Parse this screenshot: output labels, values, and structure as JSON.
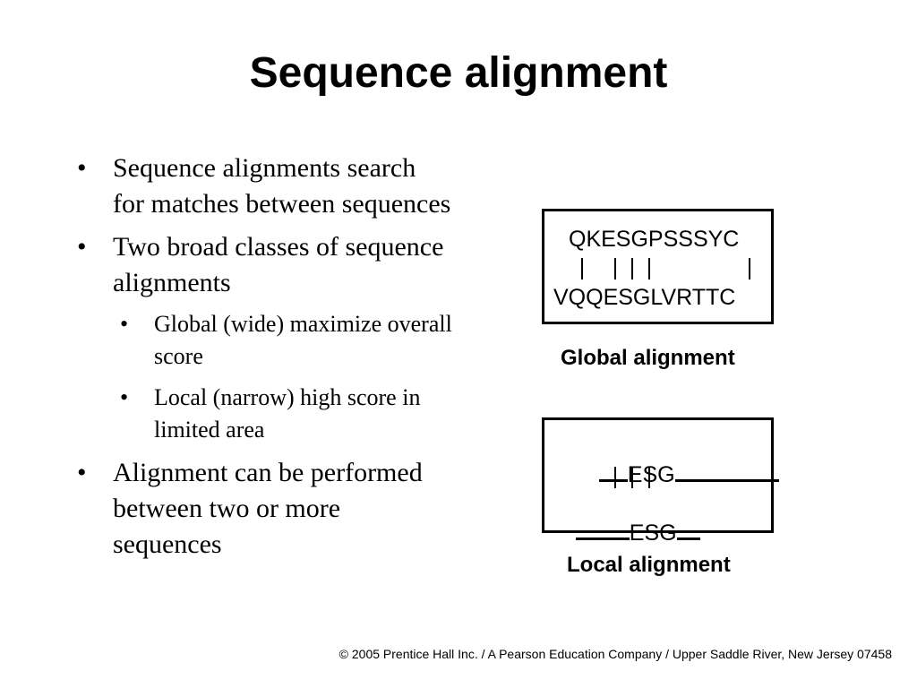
{
  "slide": {
    "title": "Sequence alignment",
    "bullets": [
      "Sequence alignments search for matches between sequences",
      "Two broad classes of sequence alignments"
    ],
    "sub_bullets": [
      "Global (wide) maximize overall score",
      "Local (narrow) high score in limited area"
    ],
    "last_bullet": "Alignment can be performed between two or more sequences",
    "bullet_glyph": "•"
  },
  "global_alignment": {
    "top_sequence": "QKESGPSSSYC",
    "bottom_sequence": "VQQESGLVRTTC",
    "caption": "Global alignment"
  },
  "local_alignment": {
    "top_fragment": "ESG",
    "bottom_fragment": "ESG",
    "caption": "Local alignment"
  },
  "footer": {
    "copyright": "© 2005 Prentice Hall Inc. / A Pearson Education Company / Upper Saddle River, New Jersey 07458"
  }
}
